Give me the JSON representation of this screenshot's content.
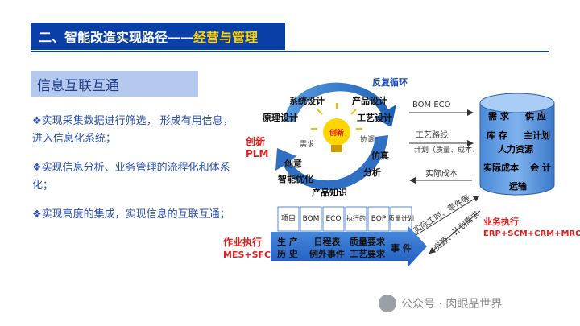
{
  "header": {
    "title_main": "二、智能改造实现路径——",
    "title_highlight": "经营与管理"
  },
  "section": {
    "label": "信息互联互通"
  },
  "bullets": [
    {
      "text": "实现采集数据进行筛选， 形成有用信息，进入信息化系统；"
    },
    {
      "text": "实现信息分析、业务管理的流程化和体系化；"
    },
    {
      "text": "实现高度的集成，实现信息的互联互通；"
    }
  ],
  "diagram": {
    "loop_title": "反复循环",
    "loop_nodes": [
      "系统设计",
      "产品设计",
      "原理设计",
      "工艺设计",
      "仿真",
      "分析",
      "产品知识",
      "创意",
      "智能优化"
    ],
    "loop_inner": {
      "demand": "需求",
      "coordinate": "协调",
      "bulb": "创新"
    },
    "plm": {
      "line1": "创新",
      "line2": "PLM"
    },
    "mid_top": "BOM  ECO",
    "mid_route": "工艺路线",
    "mid_plan": "计划（质量、成本、合格）",
    "mid_cost": "实际成本",
    "erp_db": {
      "r1a": "需 求",
      "r1b": "供 应",
      "r2a": "库 存",
      "r2b": "主计划",
      "r3": "人力资源",
      "r4a": "实际成本",
      "r4b": "会 计",
      "r5": "运输"
    },
    "erp": {
      "line1": "业务执行",
      "line2": "ERP+SCM+CRM+MRO"
    },
    "diag_labels": [
      "实际工时、零件等",
      "资源、计划需求"
    ],
    "mes": {
      "line1": "作业执行",
      "line2": "MES+SFC"
    },
    "mes_tabs": [
      "项目",
      "BOM",
      "ECO",
      "执行的",
      "BOP",
      "质量计划"
    ],
    "mes_arrow": [
      "生 产",
      "日程表",
      "质量要求",
      "事 件",
      "历 史",
      "例外事件",
      "工艺要求"
    ]
  },
  "watermark": {
    "text": "公众号 · 肉眼品世界"
  },
  "colors": {
    "navy": "#0a3fa8",
    "highlight": "#ffd500",
    "blue": "#3b78c8",
    "red": "#e01f1f"
  }
}
